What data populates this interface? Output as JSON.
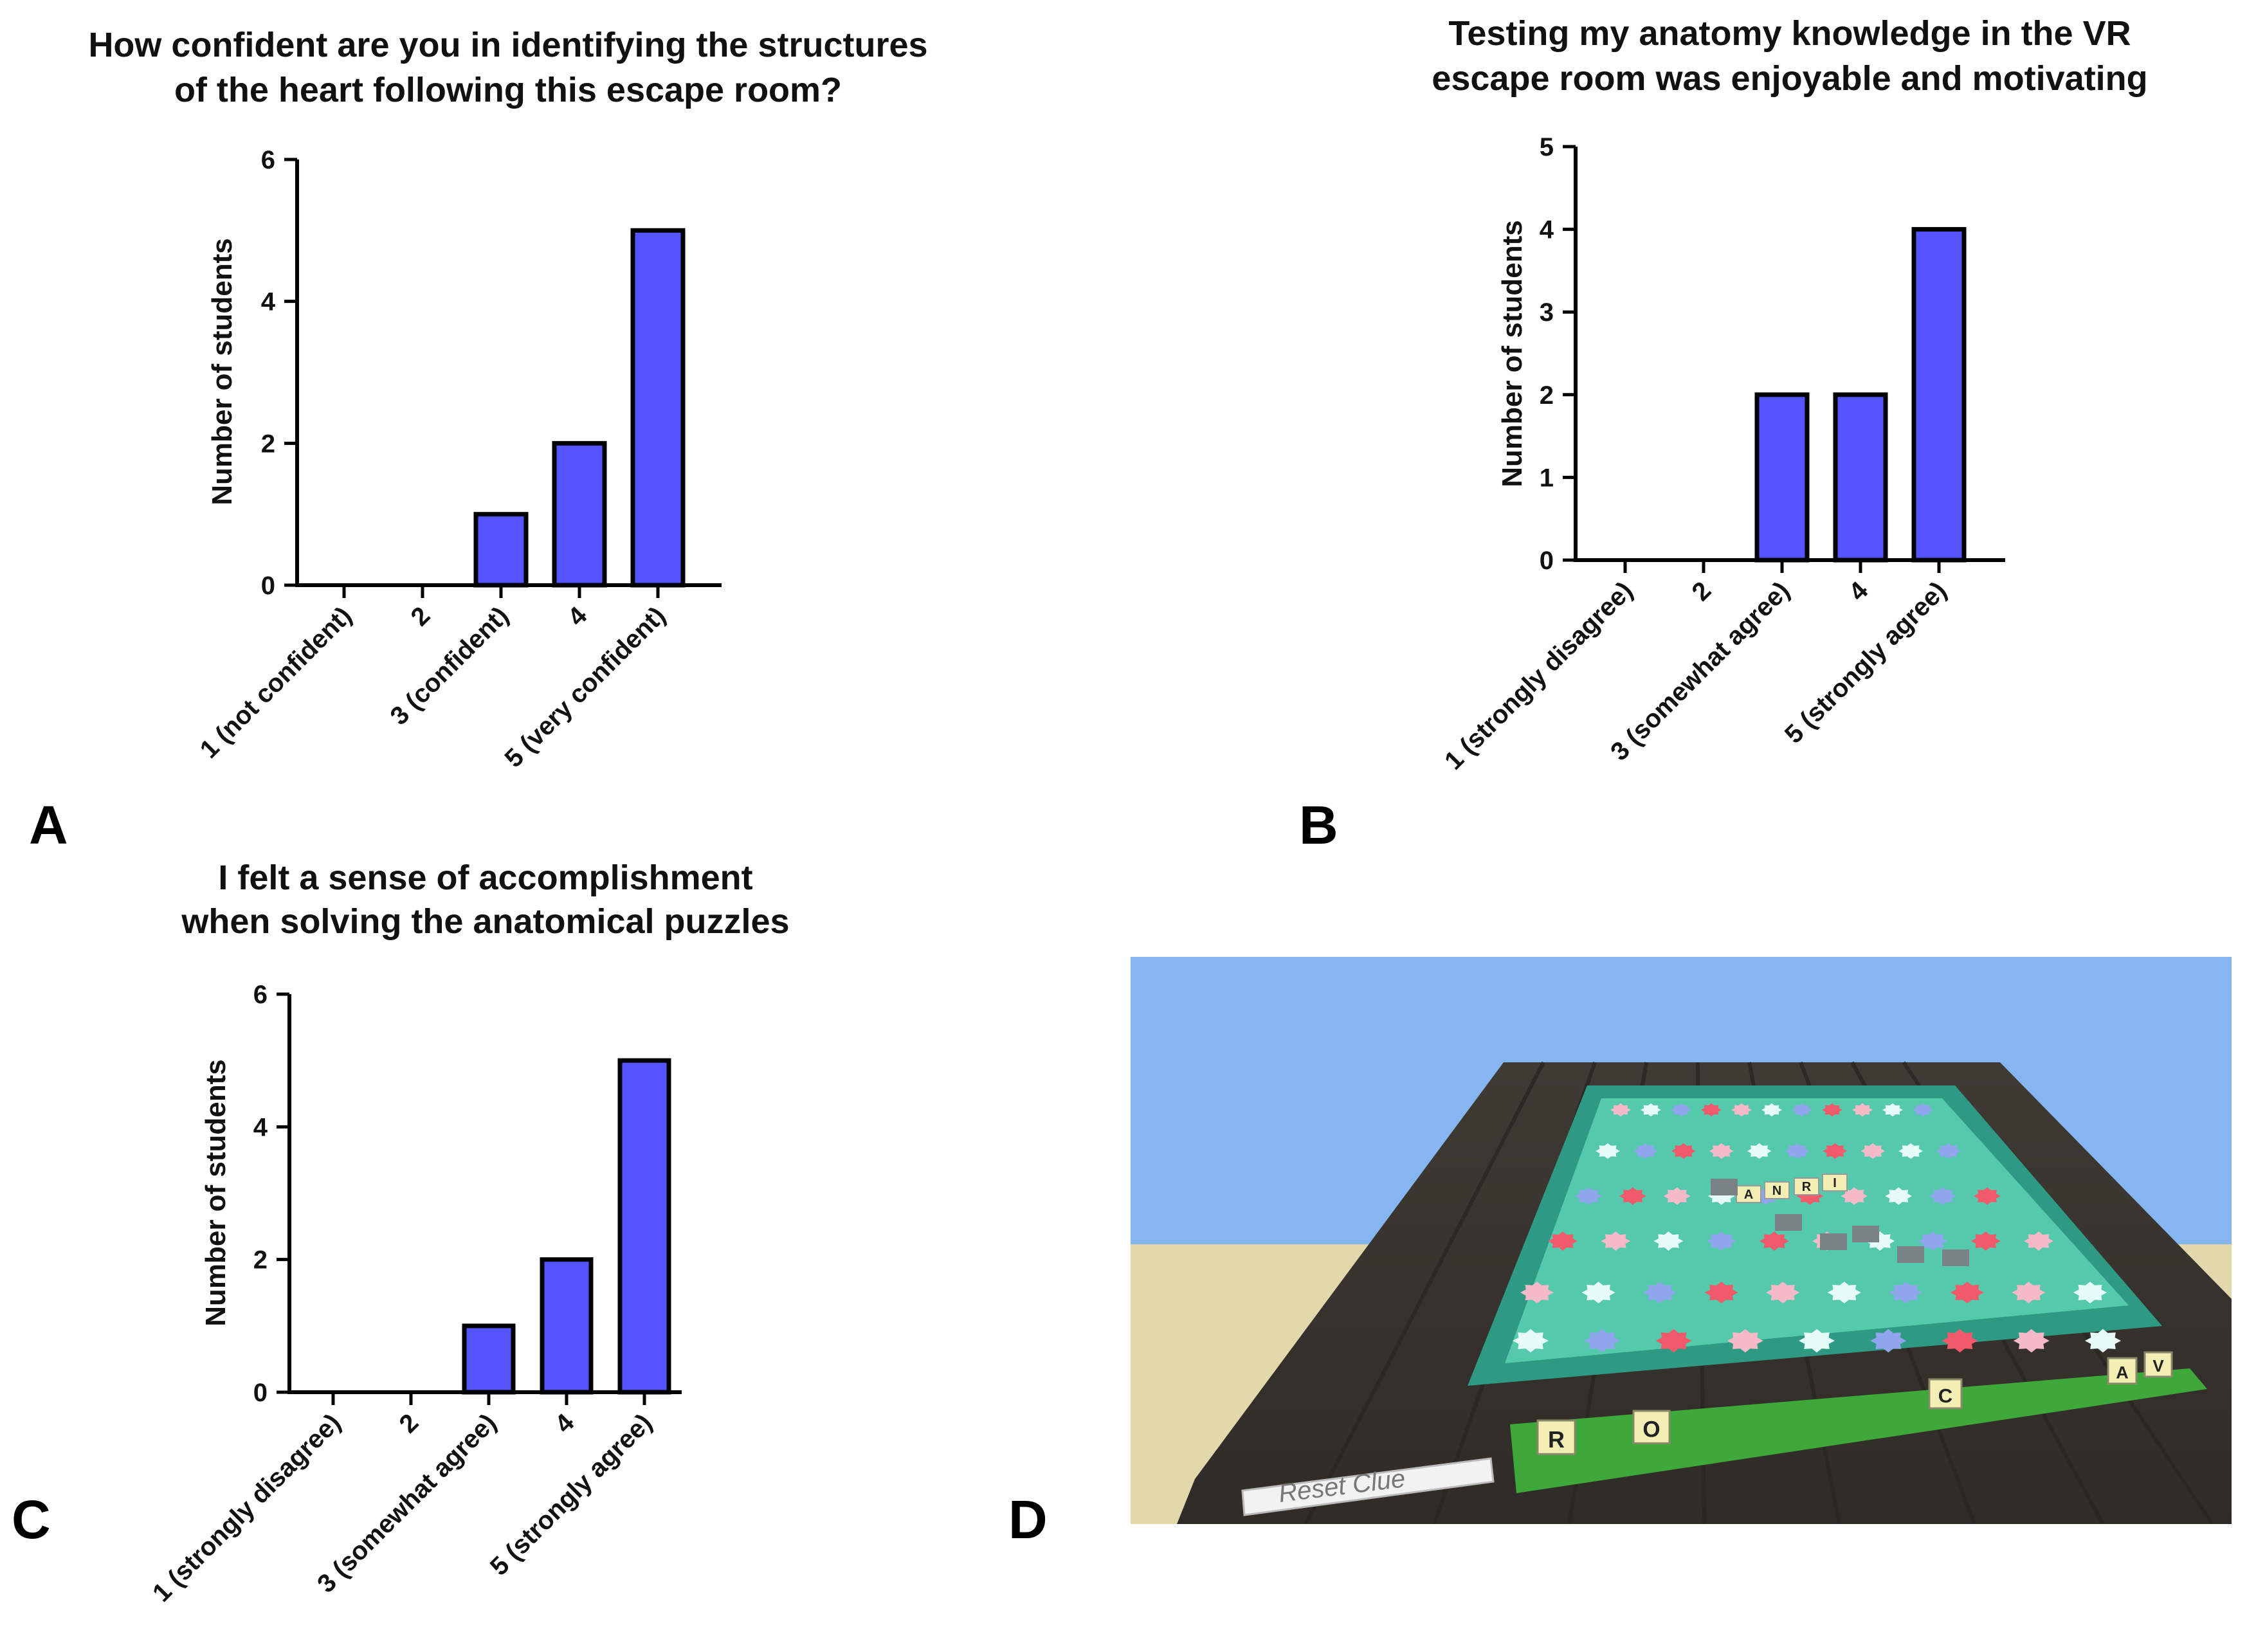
{
  "chart_data": [
    {
      "type": "bar",
      "panel": "A",
      "title": [
        "How confident are you in identifying the structures",
        "of the heart following this escape room?"
      ],
      "ylabel": "Number of students",
      "categories": [
        "1 (not confident)",
        "2",
        "3 (confident)",
        "4",
        "5 (very confident)"
      ],
      "values": [
        0,
        0,
        1,
        2,
        5
      ],
      "ylim": [
        0,
        6
      ],
      "yticks": [
        0,
        2,
        4,
        6
      ],
      "color": "#5555ff",
      "grid": false
    },
    {
      "type": "bar",
      "panel": "B",
      "title": [
        "Testing my anatomy knowledge in the VR",
        "escape room was enjoyable and motivating"
      ],
      "ylabel": "Number of students",
      "categories": [
        "1 (strongly disagree)",
        "2",
        "3 (somewhat agree)",
        "4",
        "5 (strongly agree)"
      ],
      "values": [
        0,
        0,
        2,
        2,
        4
      ],
      "ylim": [
        0,
        5
      ],
      "yticks": [
        0,
        1,
        2,
        3,
        4,
        5
      ],
      "color": "#5555ff",
      "grid": false
    },
    {
      "type": "bar",
      "panel": "C",
      "title": [
        "I felt a sense of accomplishment",
        "when solving the anatomical puzzles"
      ],
      "ylabel": "Number of students",
      "categories": [
        "1 (strongly disagree)",
        "2",
        "3 (somewhat agree)",
        "4",
        "5 (strongly agree)"
      ],
      "values": [
        0,
        0,
        1,
        2,
        5
      ],
      "ylim": [
        0,
        6
      ],
      "yticks": [
        0,
        2,
        4,
        6
      ],
      "color": "#5555ff",
      "grid": false
    }
  ],
  "panel_letters": {
    "a": "A",
    "b": "B",
    "c": "C",
    "d": "D"
  },
  "scene": {
    "reset_label": "Reset Clue",
    "tray_tiles": [
      "R",
      "O",
      "C",
      "A",
      "V"
    ],
    "board_tiles": [
      "A",
      "N",
      "R",
      "I"
    ],
    "colors": {
      "sky": "#86b6f0",
      "sand": "#e2d8ab",
      "table": "#4a443d",
      "board_rim": "#2f9a84",
      "board": "#55c9ab",
      "tray": "#3fa83a",
      "tile": "#f3efb4"
    }
  }
}
